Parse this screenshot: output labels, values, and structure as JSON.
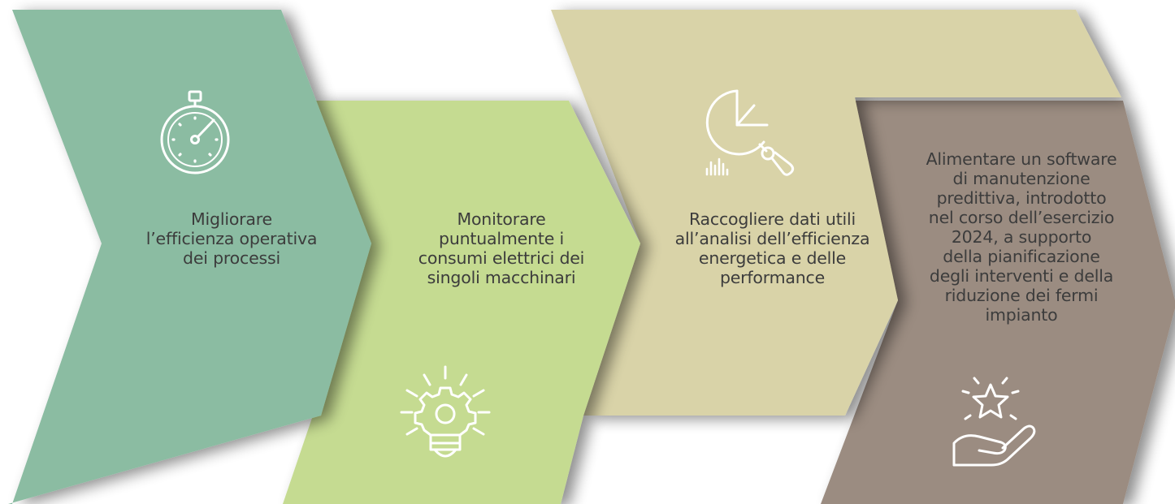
{
  "steps": [
    {
      "id": "step-1",
      "color": "#8bbca2",
      "icon": "stopwatch-icon",
      "lines": [
        "Migliorare",
        "l’efficienza operativa",
        "dei processi"
      ]
    },
    {
      "id": "step-2",
      "color": "#c5db91",
      "icon": "lightbulb-gear-icon",
      "lines": [
        "Monitorare",
        "puntualmente i",
        "consumi elettrici dei",
        "singoli macchinari"
      ]
    },
    {
      "id": "step-3",
      "color": "#d9d3a8",
      "icon": "chart-magnifier-icon",
      "lines": [
        "Raccogliere dati utili",
        "all’analisi dell’efficienza",
        "energetica e delle",
        "performance"
      ]
    },
    {
      "id": "step-4",
      "color": "#9b8c81",
      "icon": "star-hand-icon",
      "lines": [
        "Alimentare un software",
        "di manutenzione",
        "predittiva, introdotto",
        "nel corso dell’esercizio",
        "2024, a supporto",
        "della pianificazione",
        "degli interventi e della",
        "riduzione dei fermi",
        "impianto"
      ]
    }
  ]
}
